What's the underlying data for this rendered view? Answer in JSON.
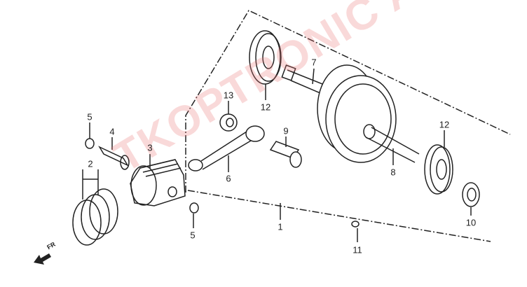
{
  "diagram": {
    "watermark": "TKOPTRONIC A.E.",
    "direction_label": "FR",
    "part_labels": {
      "ring_set": "2",
      "piston": "3",
      "piston_pin": "4",
      "pin_clip_top": "5",
      "pin_clip_bottom": "5",
      "connecting_rod": "6",
      "crank_left": "7",
      "crank_right": "8",
      "crank_pin": "9",
      "oil_seal": "10",
      "key": "11",
      "bearing_top": "12",
      "bearing_right": "12",
      "needle_bearing": "13",
      "crankshaft_assy": "1"
    }
  }
}
